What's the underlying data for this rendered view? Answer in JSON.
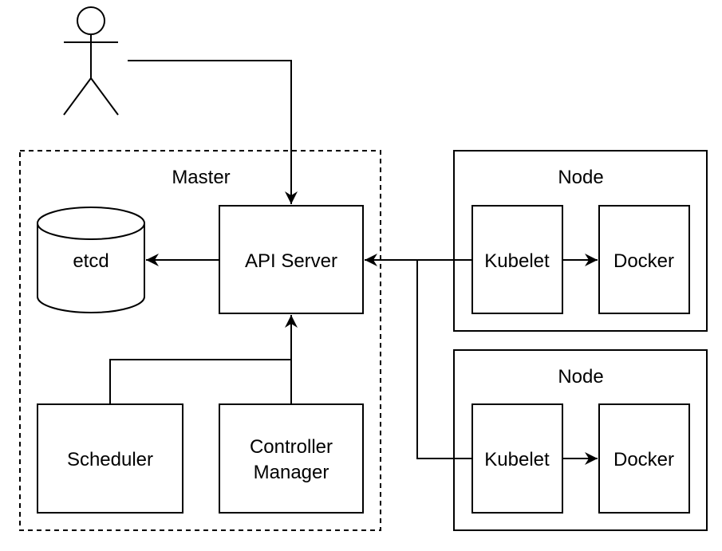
{
  "master": {
    "label": "Master"
  },
  "etcd": {
    "label": "etcd"
  },
  "api_server": {
    "label": "API Server"
  },
  "scheduler": {
    "label": "Scheduler"
  },
  "controller_manager": {
    "label_line1": "Controller",
    "label_line2": "Manager"
  },
  "nodes": [
    {
      "label": "Node",
      "kubelet": "Kubelet",
      "docker": "Docker"
    },
    {
      "label": "Node",
      "kubelet": "Kubelet",
      "docker": "Docker"
    }
  ],
  "colors": {
    "stroke": "#000000",
    "background": "#ffffff"
  }
}
